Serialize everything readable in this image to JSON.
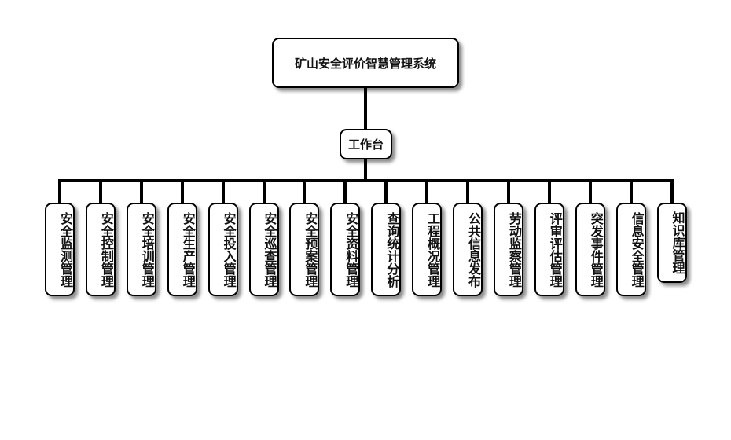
{
  "root": {
    "label": "矿山安全评价智慧管理系统"
  },
  "hub": {
    "label": "工作台"
  },
  "modules": [
    "安全监测管理",
    "安全控制管理",
    "安全培训管理",
    "安全生产管理",
    "安全投入管理",
    "安全巡查管理",
    "安全预案管理",
    "安全资料管理",
    "查询统计分析",
    "工程概况管理",
    "公共信息发布",
    "劳动监察管理",
    "评审评估管理",
    "突发事件管理",
    "信息安全管理",
    "知识库管理"
  ]
}
